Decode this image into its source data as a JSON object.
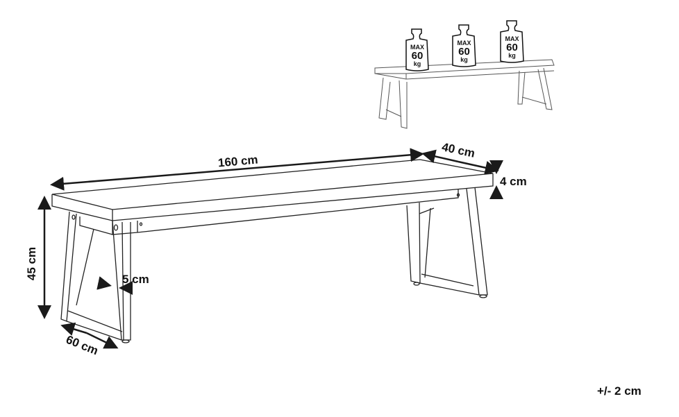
{
  "diagram": {
    "type": "product dimension drawing",
    "subject": "bench",
    "dimensions": {
      "length": "160 cm",
      "depth": "40 cm",
      "top_thickness": "4 cm",
      "height": "45 cm",
      "leg_width": "5 cm",
      "leg_base_depth": "60 cm"
    },
    "tolerance": "+/- 2 cm",
    "load_inset": {
      "weights": [
        {
          "line1": "MAX",
          "line2": "60",
          "line3": "kg"
        },
        {
          "line1": "MAX",
          "line2": "60",
          "line3": "kg"
        },
        {
          "line1": "MAX",
          "line2": "60",
          "line3": "kg"
        }
      ]
    },
    "colors": {
      "line": "#1a1a1a",
      "background": "#ffffff"
    }
  }
}
